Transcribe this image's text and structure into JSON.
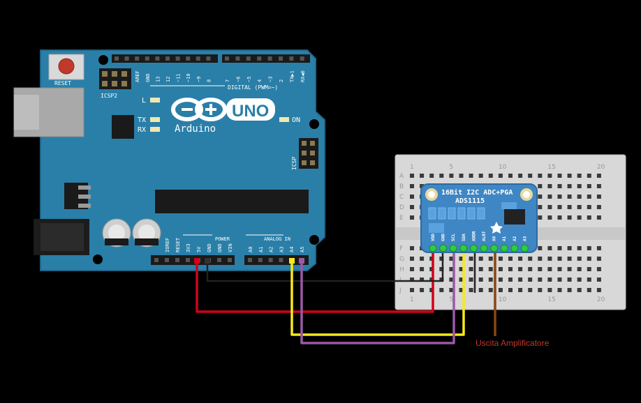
{
  "arduino": {
    "logo_word": "UNO",
    "brand": "Arduino",
    "reset_label": "RESET",
    "icsp2_label": "ICSP2",
    "icsp_label": "ICSP",
    "led_l": "L",
    "led_tx": "TX",
    "led_rx": "RX",
    "led_on": "ON",
    "digital_label": "DIGITAL (PWM=~)",
    "power_label": "POWER",
    "analog_label": "ANALOG IN",
    "top_pins": [
      "AREF",
      "GND",
      "13",
      "12",
      "~11",
      "~10",
      "~9",
      "8",
      "7",
      "~6",
      "~5",
      "4",
      "~3",
      "2",
      "TX▶1",
      "RX◀0"
    ],
    "power_pins": [
      "IOREF",
      "RESET",
      "3V3",
      "5V",
      "GND",
      "GND",
      "VIN"
    ],
    "analog_pins": [
      "A0",
      "A1",
      "A2",
      "A3",
      "A4",
      "A5"
    ]
  },
  "breadboard": {
    "column_numbers": [
      "1",
      "5",
      "10",
      "15",
      "20"
    ],
    "row_letters_top": [
      "A",
      "B",
      "C",
      "D",
      "E"
    ],
    "row_letters_bottom": [
      "F",
      "G",
      "H",
      "I",
      "J"
    ]
  },
  "adc_module": {
    "title": "16Bit I2C ADC+PGA",
    "part": "ADS1115",
    "pins": [
      "VDD",
      "GND",
      "SCL",
      "SDA",
      "ADDR",
      "ALRT",
      "A0",
      "A1",
      "A2",
      "A3"
    ]
  },
  "annotation": {
    "text": "Uscita Amplificatore",
    "color": "#c0392b"
  },
  "colors": {
    "background": "#000000",
    "arduino_board": "#2a7fa8",
    "module_board": "#3f86c4",
    "wire_red": "#d0021b",
    "wire_black": "#222222",
    "wire_yellow": "#f7e91a",
    "wire_purple": "#9b59a6",
    "wire_brown": "#8b4513"
  }
}
